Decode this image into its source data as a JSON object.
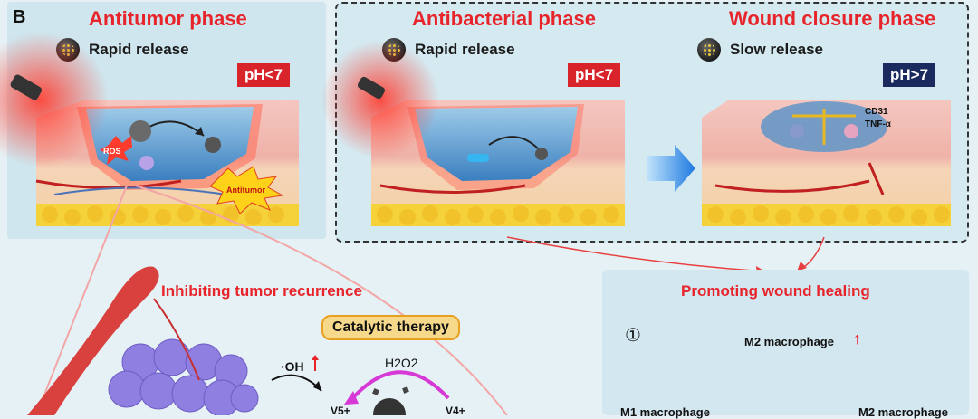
{
  "panel_letter": "B",
  "phases": [
    {
      "title": "Antitumor phase",
      "release": "Rapid release",
      "ph": "pH<7",
      "ph_color": "#d9232a"
    },
    {
      "title": "Antibacterial phase",
      "release": "Rapid release",
      "ph": "pH<7",
      "ph_color": "#d9232a"
    },
    {
      "title": "Wound closure phase",
      "release": "Slow release",
      "ph": "pH>7",
      "ph_color": "#1a2a5e"
    }
  ],
  "tissue_labels": {
    "ros": "ROS",
    "antitumor": "Antitumor",
    "cd31": "CD31",
    "tnf": "TNF-α"
  },
  "bottom_left": {
    "title": "Inhibiting tumor recurrence",
    "catalytic": "Catalytic therapy",
    "oh": "·OH",
    "h2o2": "H2O2",
    "v5": "V5+",
    "v4": "V4+"
  },
  "bottom_right": {
    "title": "Promoting wound healing",
    "step": "①",
    "m2_increase": "M2 macrophage",
    "m1_label": "M1 macrophage",
    "m2_label": "M2 macrophage"
  },
  "colors": {
    "accent_red": "#e8242b",
    "dark_navy": "#1a2a5e",
    "panel_bg": "#cfe6ee"
  }
}
